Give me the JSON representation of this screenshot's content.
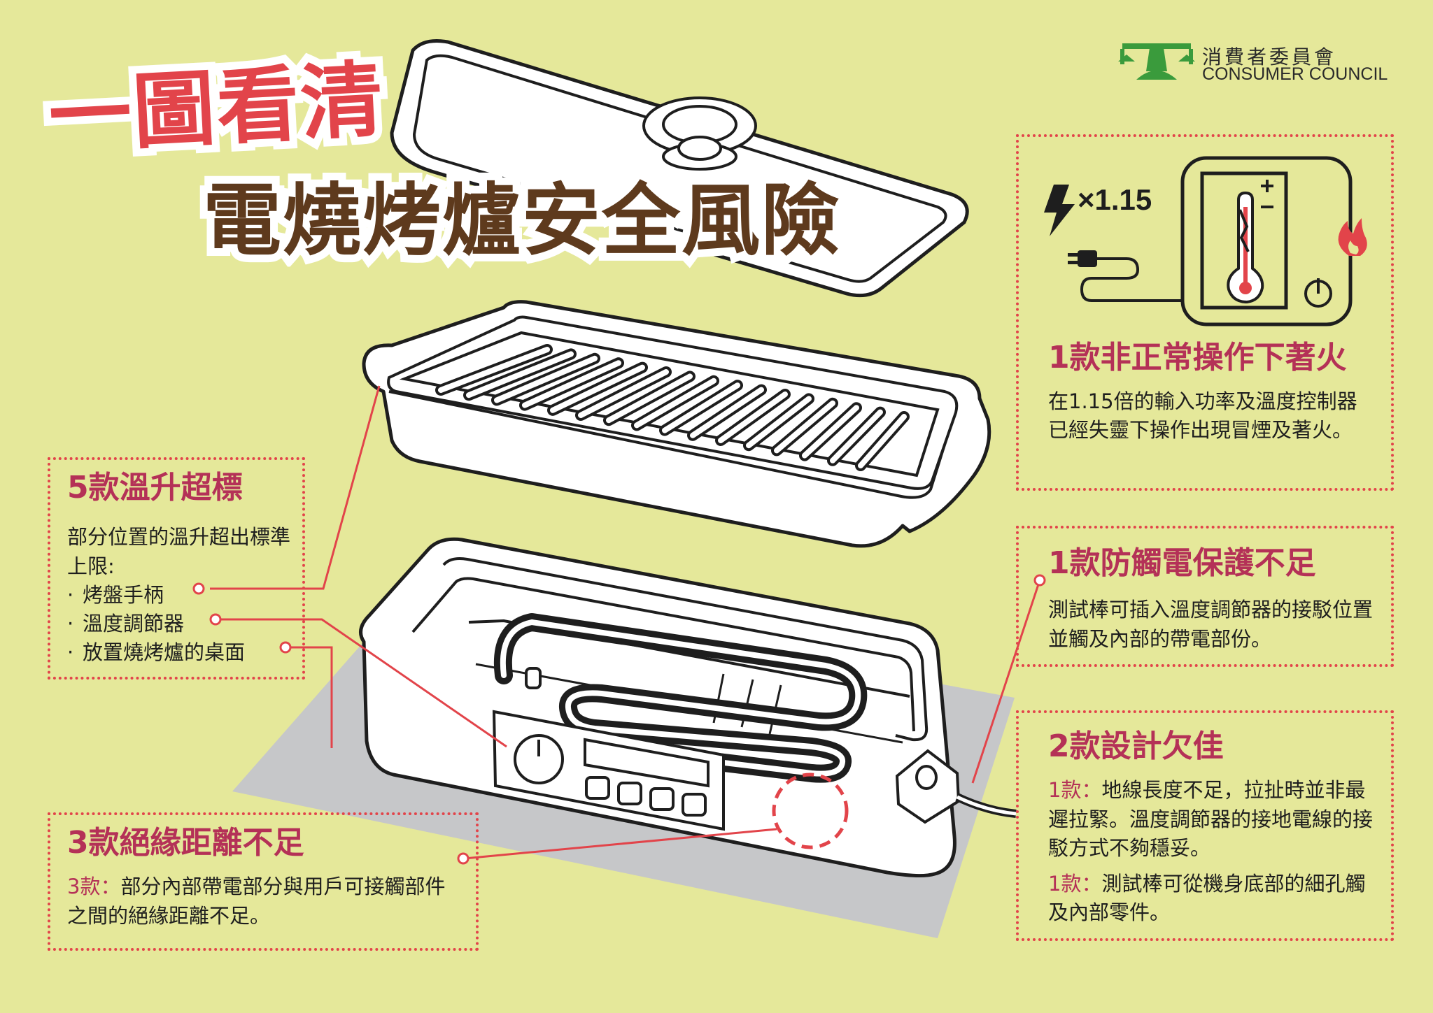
{
  "logo": {
    "name_zh": "消費者委員會",
    "name_en": "CONSUMER COUNCIL",
    "brand_color": "#3a9b3c"
  },
  "title": {
    "line1": "一圖看清",
    "line2": "電燒烤爐安全風險"
  },
  "colors": {
    "background": "#e5e89a",
    "title_red": "#e2444a",
    "title_brown": "#5e3a1d",
    "heading": "#b43157",
    "border": "#e2444a"
  },
  "callouts": {
    "temp_rise": {
      "heading": "5款溫升超標",
      "intro": "部分位置的溫升超出標準上限:",
      "items": [
        "烤盤手柄",
        "溫度調節器",
        "放置燒烤爐的桌面"
      ]
    },
    "insulation": {
      "heading": "3款絕緣距離不足",
      "count_label": "3款：",
      "text": "部分內部帶電部分與用戶可接觸部件之間的絕緣距離不足。"
    },
    "fire": {
      "heading": "1款非正常操作下著火",
      "text": "在1.15倍的輸入功率及溫度控制器已經失靈下操作出現冒煙及著火。",
      "multiplier": "×1.15"
    },
    "shock": {
      "heading": "1款防觸電保護不足",
      "text": "測試棒可插入溫度調節器的接駁位置並觸及內部的帶電部份。"
    },
    "design": {
      "heading": "2款設計欠佳",
      "item1_label": "1款：",
      "item1_text": "地線長度不足，拉扯時並非最遲拉緊。溫度調節器的接地電線的接駁方式不夠穩妥。",
      "item2_label": "1款：",
      "item2_text": "測試棒可從機身底部的細孔觸及內部零件。"
    }
  }
}
